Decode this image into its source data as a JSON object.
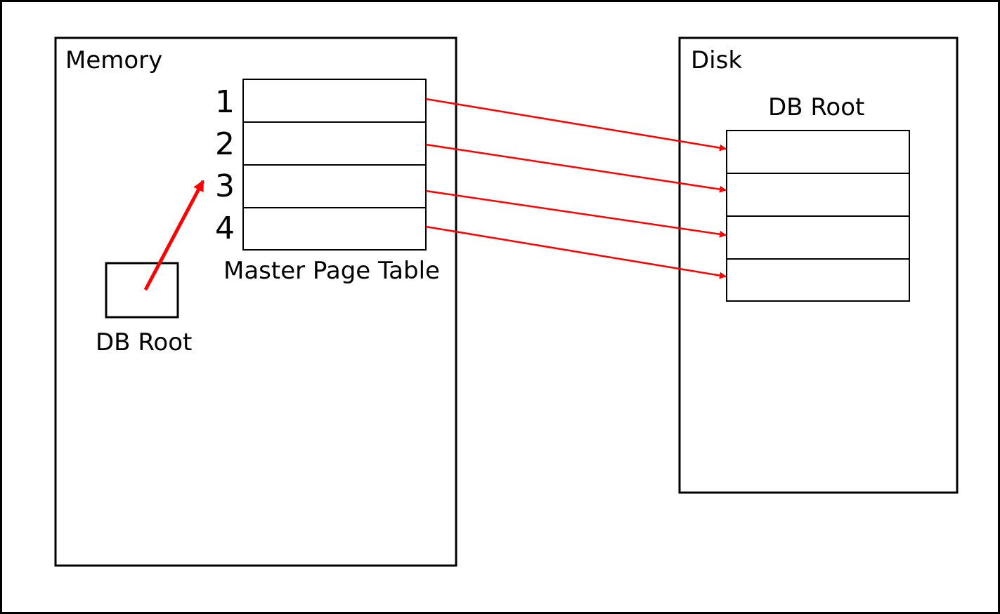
{
  "memory": {
    "label": "Memory",
    "master_page_table": {
      "label": "Master Page Table",
      "row_numbers": [
        "1",
        "2",
        "3",
        "4"
      ]
    },
    "db_root": {
      "label": "DB Root"
    }
  },
  "disk": {
    "label": "Disk",
    "db_root": {
      "label": "DB Root"
    }
  },
  "colors": {
    "arrow": "#ff0000",
    "outline": "#000000"
  }
}
